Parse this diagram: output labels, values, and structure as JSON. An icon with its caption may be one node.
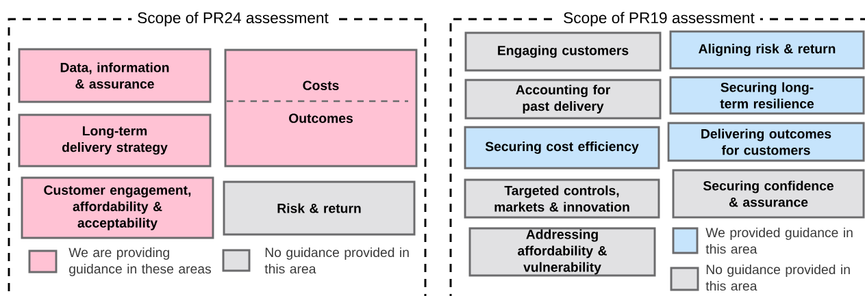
{
  "diagram": {
    "nodes": [
      {
        "text": [
          "Scope of PR24 assessment"
        ]
      },
      {
        "text": [
          "Data, information & assurance"
        ],
        "in": 0
      },
      {
        "text": [
          "Costs",
          "Outcomes"
        ],
        "in": 0
      },
      {
        "text": [
          "Long-term delivery strategy"
        ],
        "in": 0
      },
      {
        "text": [
          "Customer engagement, affordability & acceptability"
        ],
        "in": 0
      },
      {
        "text": [
          "Risk & return"
        ],
        "in": 0
      },
      {
        "text": [
          "Scope of PR19 assessment"
        ]
      },
      {
        "text": [
          "Engaging customers"
        ],
        "in": 6
      },
      {
        "text": [
          "Aligning risk & return"
        ],
        "in": 6
      },
      {
        "text": [
          "Accounting for past delivery"
        ],
        "in": 6
      },
      {
        "text": [
          "Securing long-term resilience"
        ],
        "in": 6
      },
      {
        "text": [
          "Securing cost efficiency"
        ],
        "in": 6
      },
      {
        "text": [
          "Delivering outcomes for customers"
        ],
        "in": 6
      },
      {
        "text": [
          "Targeted controls, markets & innovation"
        ],
        "in": 6
      },
      {
        "text": [
          "Securing confidence & assurance"
        ],
        "in": 6
      },
      {
        "text": [
          "Addressing affordability & vulnerability"
        ],
        "in": 6
      }
    ],
    "legend": [
      {
        "text": "We are providing guidance in these areas",
        "color": "#ffc2d4"
      },
      {
        "text": "No guidance provided in this area",
        "color": "#e1e1e3"
      },
      {
        "text": "We provided guidance in this area",
        "color": "#c6e4fc"
      },
      {
        "text": "No guidance provided in this area",
        "color": "#e1e1e3"
      }
    ]
  }
}
